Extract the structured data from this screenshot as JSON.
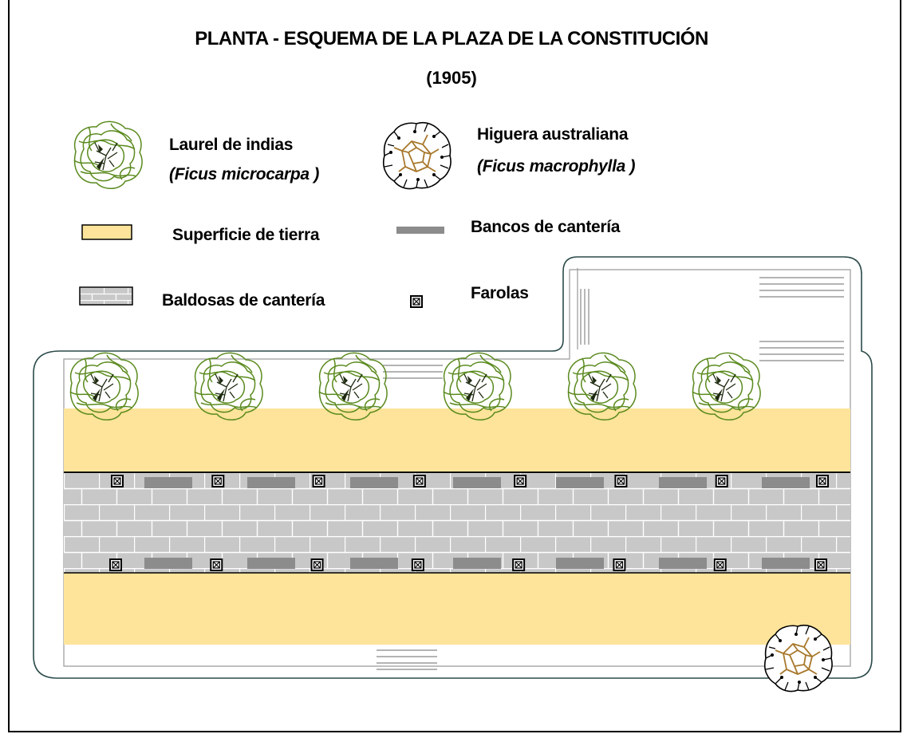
{
  "title": "PLANTA - ESQUEMA DE LA PLAZA DE LA CONSTITUCIÓN",
  "subtitle": "(1905)",
  "legend": {
    "laurel": {
      "name": "Laurel de indias",
      "scientific": "(Ficus microcarpa )"
    },
    "higuera": {
      "name": "Higuera australiana",
      "scientific": "(Ficus macrophylla )"
    },
    "tierra": {
      "label": "Superficie de tierra"
    },
    "bancos": {
      "label": "Bancos de cantería"
    },
    "baldosas": {
      "label": "Baldosas de cantería"
    },
    "farolas": {
      "label": "Farolas"
    }
  },
  "colors": {
    "tierra": "#fde49a",
    "baldosas": "#c8c8c8",
    "bancos": "#8c8c8c",
    "laurel": "#5a8a1e",
    "higuera": "#a8782c",
    "outline": "#2b4a4a"
  },
  "icons": {
    "laurel": "laurel-tree-icon",
    "higuera": "fig-tree-icon",
    "farola": "lamp-icon"
  },
  "plan": {
    "laurel_count": 6,
    "higuera_count": 1,
    "farolas_north_count": 8,
    "farolas_south_count": 8,
    "bancos_north_count": 7,
    "bancos_south_count": 7
  }
}
